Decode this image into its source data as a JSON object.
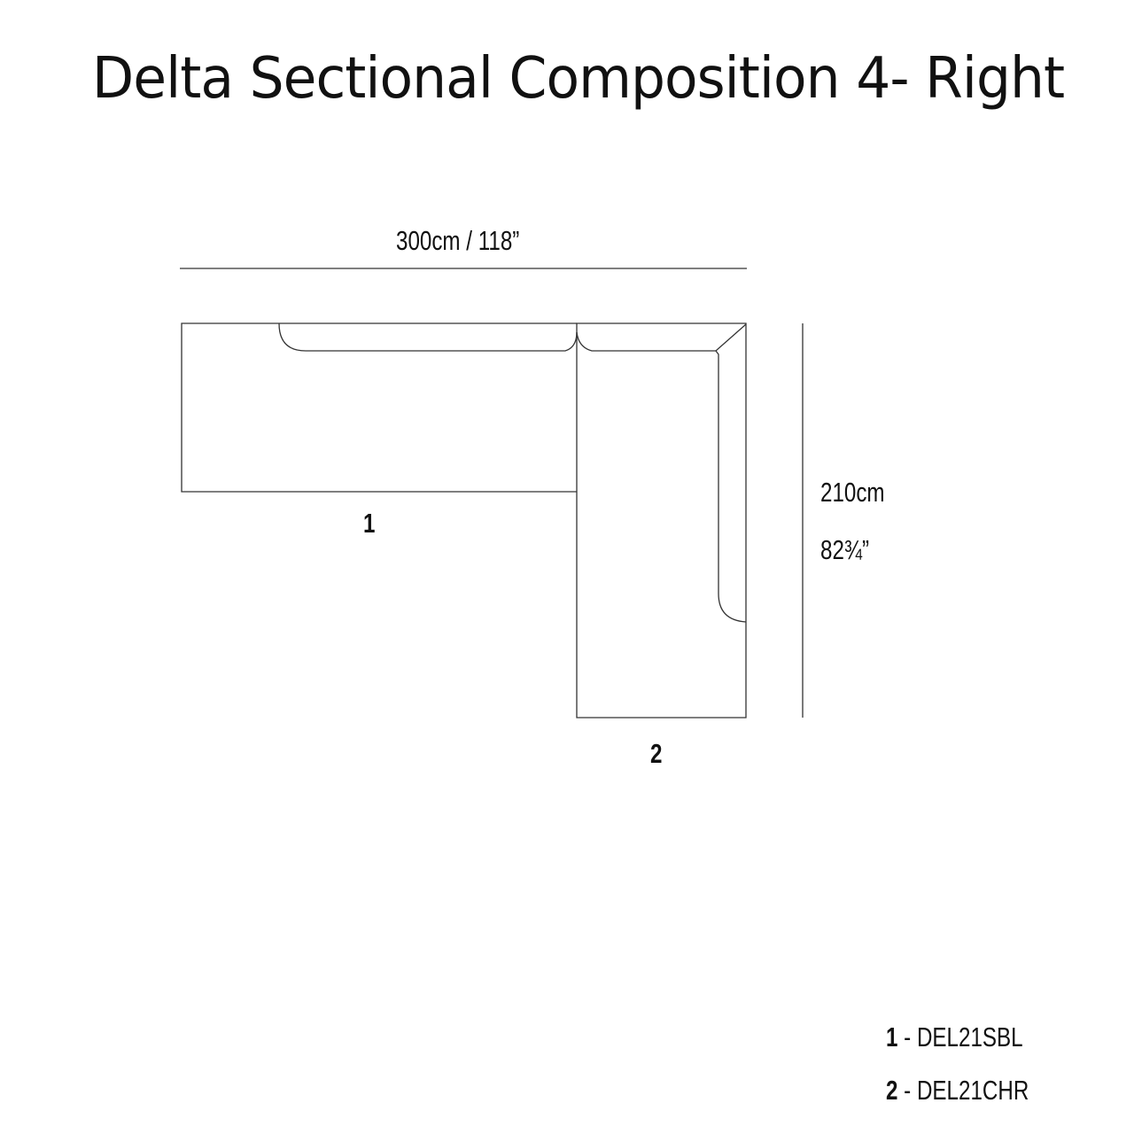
{
  "title": "Delta Sectional Composition 4- Right",
  "dimensions": {
    "width_label": "300cm / 118”",
    "depth_cm": "210cm",
    "depth_in": "82¾”"
  },
  "modules": [
    {
      "number": "1",
      "code": "DEL21SBL"
    },
    {
      "number": "2",
      "code": "DEL21CHR"
    }
  ],
  "legend_separator": "-"
}
